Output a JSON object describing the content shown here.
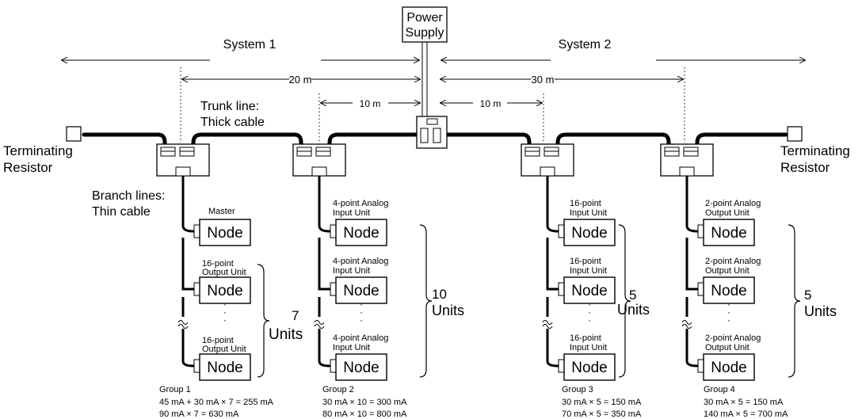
{
  "power_supply": {
    "line1": "Power",
    "line2": "Supply"
  },
  "systems": {
    "left": "System 1",
    "right": "System 2"
  },
  "distances": {
    "left_long": "20 m",
    "right_long": "30 m",
    "left_short": "10 m",
    "right_short": "10 m"
  },
  "trunk_label": {
    "line1": "Trunk line:",
    "line2": "Thick cable"
  },
  "branch_label": {
    "line1": "Branch lines:",
    "line2": "Thin cable"
  },
  "terminators": {
    "left": {
      "line1": "Terminating",
      "line2": "Resistor"
    },
    "right": {
      "line1": "Terminating",
      "line2": "Resistor"
    }
  },
  "node_label": "Node",
  "dots": "·",
  "groups": [
    {
      "labels": [
        "Master",
        "16-point",
        "Output Unit",
        "16-point",
        "Output Unit"
      ],
      "count": "7",
      "units": "Units",
      "name": "Group 1",
      "calc1": "45 mA + 30 mA × 7 = 255 mA",
      "calc2": "90 mA × 7 = 630 mA"
    },
    {
      "labels": [
        "4-point Analog",
        "Input Unit",
        "4-point Analog",
        "Input Unit",
        "4-point Analog",
        "Input Unit"
      ],
      "count": "10",
      "units": "Units",
      "name": "Group 2",
      "calc1": "30 mA × 10 = 300 mA",
      "calc2": "80 mA × 10 = 800 mA"
    },
    {
      "labels": [
        "16-point",
        "Input Unit",
        "16-point",
        "Input Unit",
        "16-point",
        "Input Unit"
      ],
      "count": "5",
      "units": "Units",
      "name": "Group 3",
      "calc1": "30 mA × 5 = 150 mA",
      "calc2": "70 mA × 5 = 350 mA"
    },
    {
      "labels": [
        "2-point Analog",
        "Output Unit",
        "2-point Analog",
        "Output Unit",
        "2-point Analog",
        "Output Unit"
      ],
      "count": "5",
      "units": "Units",
      "name": "Group 4",
      "calc1": "30 mA × 5 = 150 mA",
      "calc2": "140 mA × 5 = 700 mA"
    }
  ]
}
